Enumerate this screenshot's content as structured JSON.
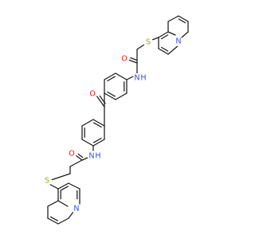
{
  "molecule": {
    "atom_labels": {
      "carbonyl_o_top": "O",
      "amide_n_top": "N",
      "amide_h_top": "H",
      "thioether_s_top": "S",
      "pyridine_n_top": "N",
      "ketone_o": "O",
      "carbonyl_o_bottom": "O",
      "amide_n_bottom": "N",
      "amide_h_bottom": "H",
      "thioether_s_bottom": "S",
      "pyridine_n_bottom": "N"
    },
    "colors": {
      "bond": "#1a1a1a",
      "oxygen": "#ff0d0d",
      "nitrogen": "#3050f8",
      "sulfur": "#b3a400"
    }
  }
}
